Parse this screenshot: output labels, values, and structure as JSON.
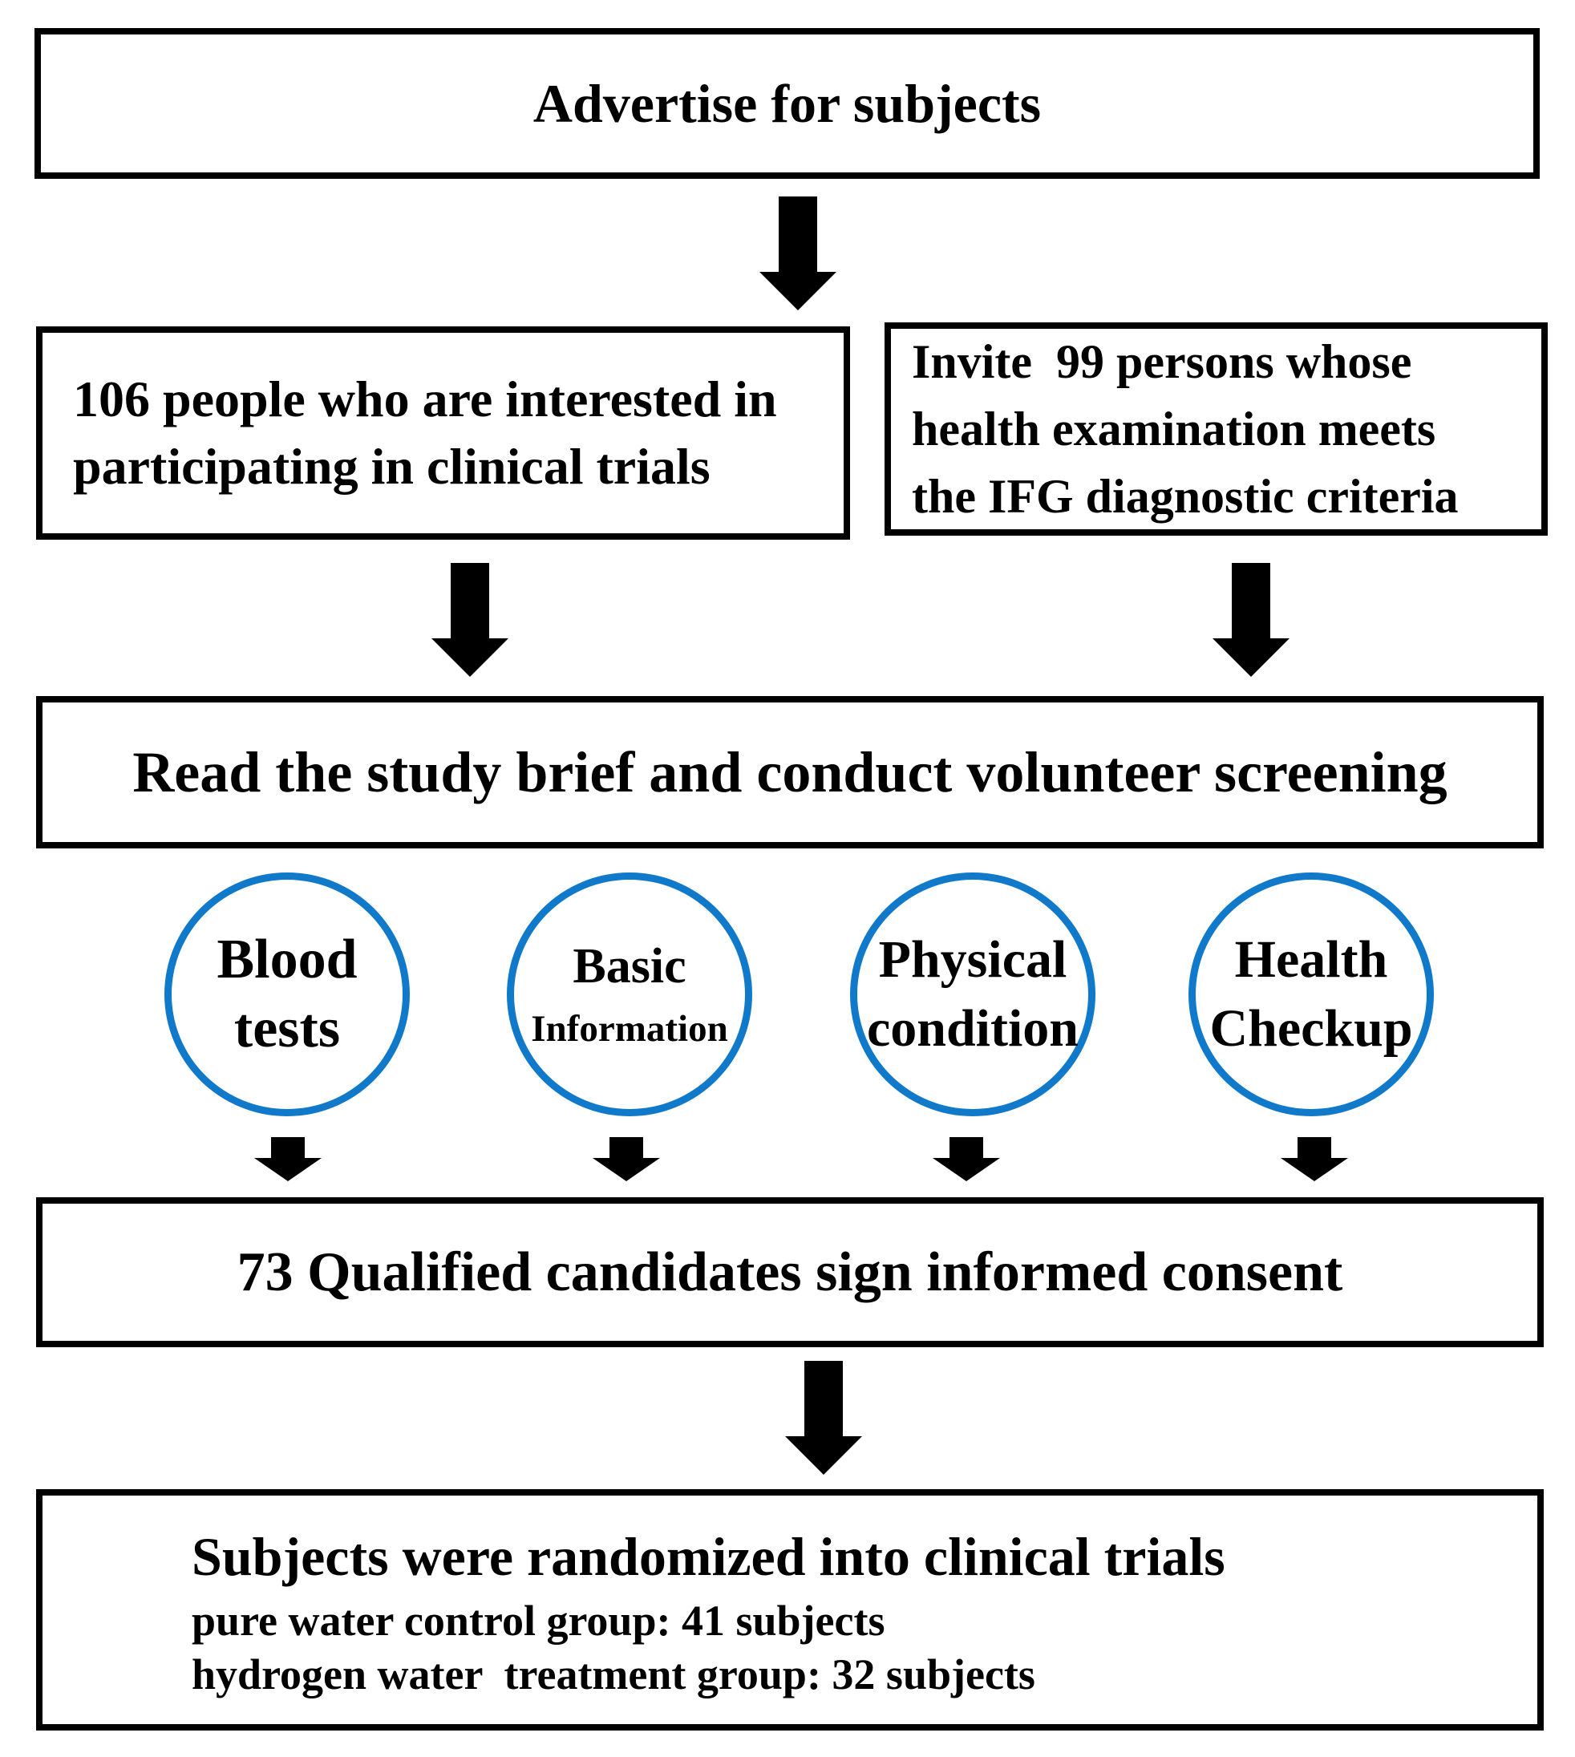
{
  "diagram": {
    "advertise": {
      "label": "Advertise for subjects"
    },
    "interested": {
      "lines": [
        "106 people who are interested in",
        "participating in clinical trials"
      ]
    },
    "invite": {
      "lines": [
        "Invite  99 persons whose",
        "health examination meets",
        "the IFG diagnostic criteria"
      ]
    },
    "screening": {
      "label": "Read the study brief and conduct volunteer screening"
    },
    "criteria": [
      {
        "line1": "Blood",
        "line2": "tests"
      },
      {
        "line1": "Basic",
        "line2": "Information"
      },
      {
        "line1": "Physical",
        "line2": "condition"
      },
      {
        "line1": "Health",
        "line2": "Checkup"
      }
    ],
    "consent": {
      "label": "73 Qualified candidates sign informed consent"
    },
    "randomization": {
      "title": "Subjects were randomized into clinical trials",
      "lines": [
        "pure water control group: 41 subjects",
        "hydrogen water  treatment group: 32 subjects"
      ]
    },
    "colors": {
      "circle_stroke": "#1179c9",
      "box_border": "#000000",
      "arrow": "#000000",
      "text": "#000000",
      "background": "#ffffff"
    }
  }
}
